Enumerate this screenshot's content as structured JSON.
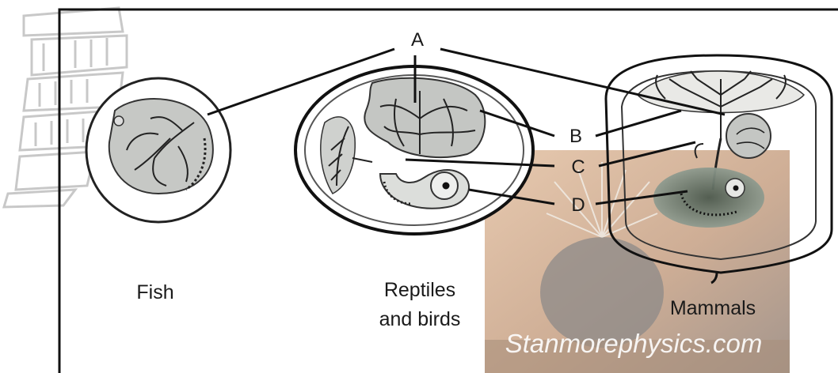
{
  "labels": {
    "a": "A",
    "b": "B",
    "c": "C",
    "d": "D"
  },
  "groups": {
    "fish": "Fish",
    "reptiles_line1": "Reptiles",
    "reptiles_line2": "and birds",
    "mammals": "Mammals"
  },
  "watermark": "Stanmorephysics.com",
  "colors": {
    "line": "#111111",
    "vessel": "#222222",
    "membrane_fill": "#c9cbc8",
    "photo_warm": "#d9b59a",
    "photo_cool": "#8a8f92"
  }
}
